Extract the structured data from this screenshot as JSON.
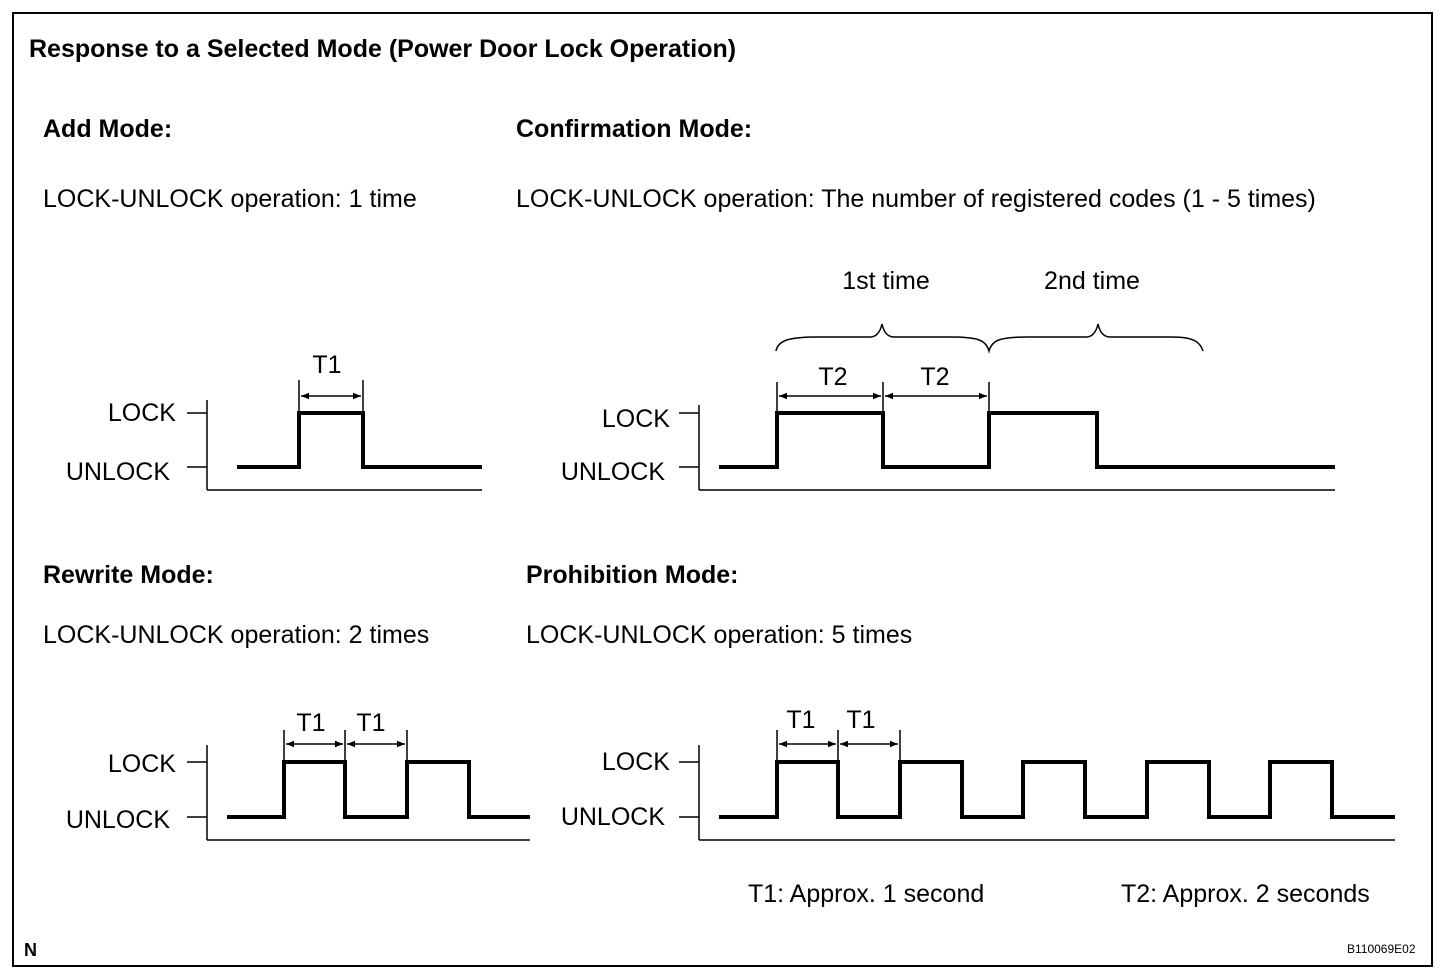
{
  "title": "Response to a Selected Mode (Power Door Lock Operation)",
  "levels": {
    "lock": "LOCK",
    "unlock": "UNLOCK"
  },
  "modes": {
    "add": {
      "heading": "Add Mode:",
      "description": "LOCK-UNLOCK operation: 1 time",
      "intervals": [
        "T1"
      ]
    },
    "confirmation": {
      "heading": "Confirmation Mode:",
      "description": "LOCK-UNLOCK operation: The number of registered codes (1 - 5 times)",
      "intervals": [
        "T2",
        "T2"
      ],
      "groups": [
        "1st time",
        "2nd time"
      ]
    },
    "rewrite": {
      "heading": "Rewrite Mode:",
      "description": "LOCK-UNLOCK operation: 2 times",
      "intervals": [
        "T1",
        "T1"
      ]
    },
    "prohibition": {
      "heading": "Prohibition Mode:",
      "description": "LOCK-UNLOCK operation: 5 times",
      "intervals": [
        "T1",
        "T1"
      ]
    }
  },
  "legend": {
    "t1": "T1: Approx. 1 second",
    "t2": "T2: Approx. 2 seconds"
  },
  "corner_mark": "N",
  "figure_code": "B110069E02"
}
